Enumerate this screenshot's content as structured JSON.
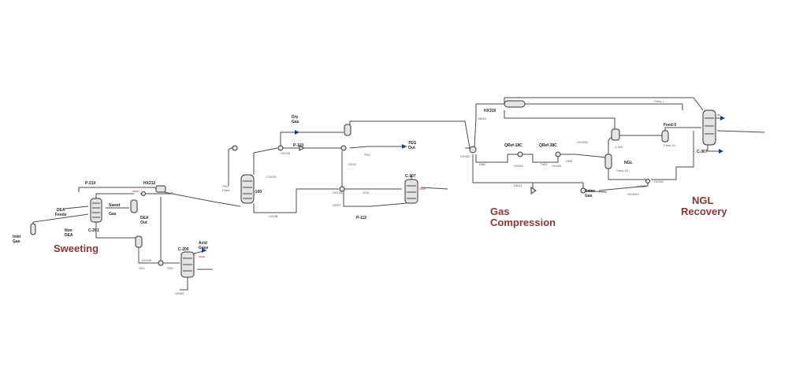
{
  "colors": {
    "section": "#8b3535",
    "arrow": "#1f3a8a",
    "line": "#4a4a4a",
    "pink": "#c05070"
  },
  "sections": {
    "sweeting": "Sweeting",
    "gas_compression_1": "Gas",
    "gas_compression_2": "Compression",
    "ngl_recovery_1": "NGL",
    "ngl_recovery_2": "Recovery"
  },
  "labels": {
    "inlet_gas_1": "Inlet",
    "inlet_gas_2": "Gas",
    "c201": "C-201",
    "dea_feeds_1": "DEA",
    "dea_feeds_2": "Feeds",
    "non_dea_1": "Non",
    "non_dea_2": "DEA",
    "p210": "P-210",
    "hx212": "HX212",
    "sweet_gas_1": "Sweet",
    "sweet_gas_2": "Gas",
    "dea_out_1": "DEA",
    "dea_out_2": "Out",
    "hx205": "HX205",
    "g54": "G54",
    "g55": "G55",
    "c200": "C-200",
    "acid_gas_1": "Acid",
    "acid_gas_2": "Gase",
    "g3nb": "G3NB",
    "teg_feed_1": "TEG",
    "teg_feed_2": "Feed",
    "c100_1": "-100",
    "c100d": "C100D",
    "c100b": "C100B",
    "dry_gas_1": "Dry",
    "dry_gas_2": "Gas",
    "p110": "P-110",
    "hx104": "HX104",
    "teg": "TEG",
    "teg_out_1": "TEG",
    "teg_out_2": "Out",
    "gd40": "GD40",
    "hx105": "HX105",
    "gd5": "GD5",
    "gd07": "GD07",
    "p112": "P-112",
    "c107": "C-107",
    "hx310": "HX310",
    "dm30": "DM30",
    "hx302": "HX302",
    "dm2": "DM2",
    "qref18c": "QRef-18C",
    "qref38c": "QRef-38C",
    "hx301": "HX301",
    "dm3": "DM3",
    "hx303": "HX303",
    "dm4": "DM4",
    "dm11": "DM11",
    "sales_gas_1": "Sales",
    "sales_gas_2": "Gas",
    "ngl": "NGL",
    "v305": "V-305",
    "hx30w": "HX30W",
    "feed18": "Feed-18",
    "feed1": "Feed-1",
    "feed5": "Feed-5",
    "feed10": "Feed-10",
    "c307": "C-307",
    "hx303b": "HX303",
    "hx304v": "HX304V",
    "hx305": "HX305"
  }
}
